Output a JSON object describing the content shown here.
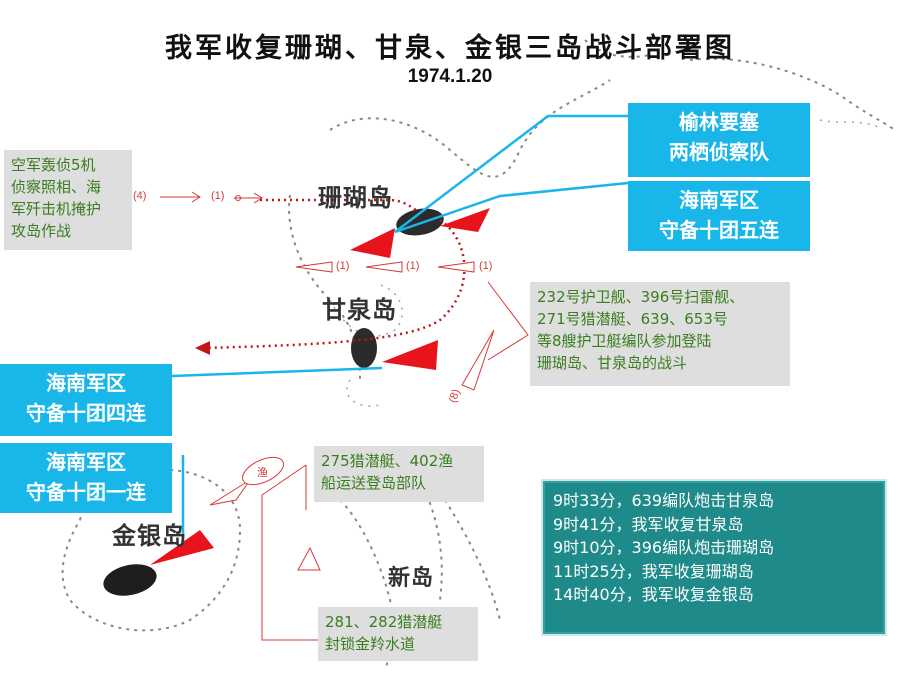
{
  "title": "我军收复珊瑚、甘泉、金银三岛战斗部署图",
  "date": "1974.1.20",
  "islands": {
    "shanhu": "珊瑚岛",
    "ganquan": "甘泉岛",
    "jinyin": "金银岛",
    "unnamed_right": "新岛"
  },
  "air_recon": {
    "lines": [
      "空军轰侦5机",
      "侦察照相、海",
      "军歼击机掩护",
      "攻岛作战"
    ]
  },
  "yulin": {
    "lines": [
      "榆林要塞",
      "两栖侦察队"
    ]
  },
  "hainan_10th_5": {
    "lines": [
      "海南军区",
      "守备十团五连"
    ]
  },
  "hainan_10th_4": {
    "lines": [
      "海南军区",
      "守备十团四连"
    ]
  },
  "hainan_10th_1": {
    "lines": [
      "海南军区",
      "守备十团一连"
    ]
  },
  "fleet_note": {
    "lines": [
      "232号护卫舰、396号扫雷舰、",
      "271号猎潜艇、639、653号",
      "等8艘护卫艇编队参加登陆",
      "珊瑚岛、甘泉岛的战斗"
    ]
  },
  "transport_note": {
    "lines": [
      "275猎潜艇、402渔",
      "船运送登岛部队"
    ]
  },
  "blockade_note": {
    "lines": [
      "281、282猎潜艇",
      "封锁金羚水道"
    ]
  },
  "events": [
    "9时33分，639编队炮击甘泉岛",
    "9时41分，我军收复甘泉岛",
    "9时10分，396编队炮击珊瑚岛",
    "11时25分，我军收复珊瑚岛",
    "14时40分，我军收复金银岛"
  ],
  "ship_labels": {
    "air_4": "(4)",
    "air_1": "(1)",
    "ship_1a": "(1)",
    "ship_1b": "(1)",
    "ship_1c": "(1)",
    "ship_8": "(8)",
    "fishing_boat": "渔"
  },
  "colors": {
    "cyan": "#19b6ea",
    "red": "#e8141c",
    "teal": "#1f8a8a",
    "gray_box": "#dedede",
    "green_text": "#3a7d1e"
  }
}
